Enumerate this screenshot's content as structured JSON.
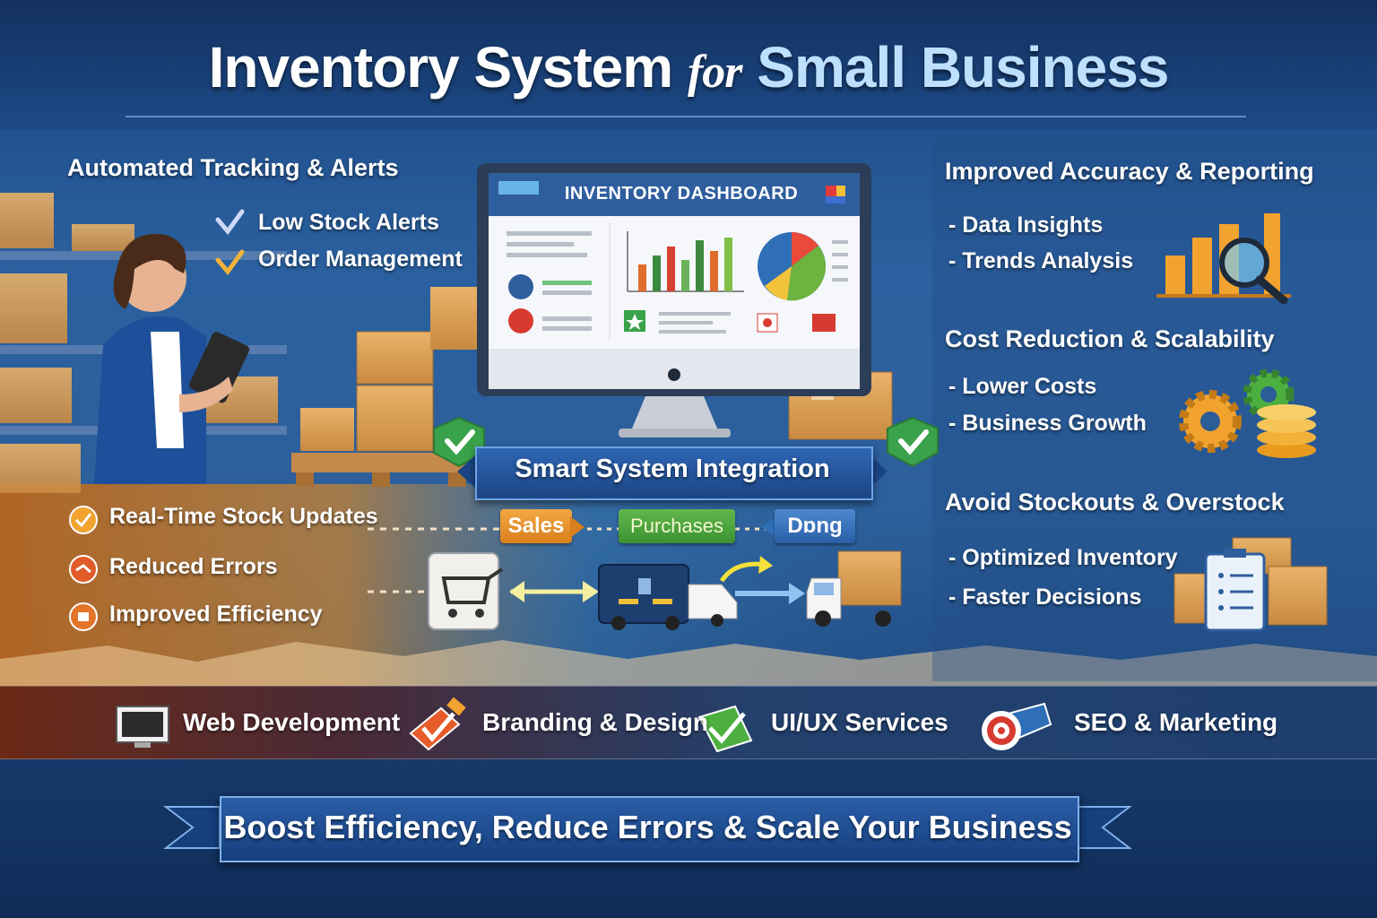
{
  "title": {
    "part1": "Inventory System",
    "part2": "for",
    "part3": "Small Business"
  },
  "left_panel": {
    "heading": "Automated Tracking & Alerts",
    "items": [
      "Low Stock Alerts",
      "Order Management"
    ]
  },
  "left_features": [
    "Real-Time Stock Updates",
    "Reduced Errors",
    "Improved Efficiency"
  ],
  "dashboard": {
    "title": "INVENTORY DASHBOARD"
  },
  "integration": {
    "label": "Smart System Integration",
    "flows": [
      "Sales",
      "Purchases",
      "Dɒng"
    ]
  },
  "right_sections": [
    {
      "heading": "Improved Accuracy & Reporting",
      "items": [
        "- Data Insights",
        "- Trends Analysis"
      ]
    },
    {
      "heading": "Cost Reduction & Scalability",
      "items": [
        "- Lower Costs",
        "- Business Growth"
      ]
    },
    {
      "heading": "Avoid Stockouts & Overstock",
      "items": [
        "- Optimized Inventory",
        "- Faster Decisions"
      ]
    }
  ],
  "services": [
    {
      "label": "Web Development",
      "icon": "monitor-icon"
    },
    {
      "label": "Branding & Design",
      "icon": "brush-icon"
    },
    {
      "label": "UI/UX Services",
      "icon": "check-ticket-icon"
    },
    {
      "label": "SEO & Marketing",
      "icon": "target-icon"
    }
  ],
  "footer_banner": "Boost Efficiency, Reduce Errors & Scale Your Business",
  "colors": {
    "navy": "#13305f",
    "orange": "#e8a03a",
    "green": "#3da64a",
    "banner_blue": "#1c4585"
  }
}
